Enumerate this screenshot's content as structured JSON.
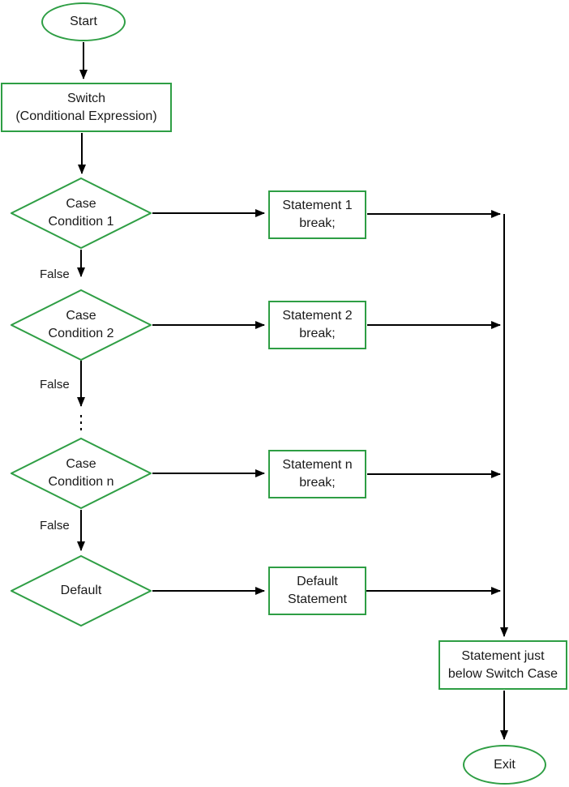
{
  "colors": {
    "shape_border": "#2e9e44",
    "connector": "#000000",
    "text": "#1a1a1a",
    "background": "#ffffff"
  },
  "nodes": {
    "start": {
      "shape": "terminator",
      "label": "Start"
    },
    "switch": {
      "shape": "process",
      "line1": "Switch",
      "line2": "(Conditional Expression)"
    },
    "case1": {
      "shape": "decision",
      "line1": "Case",
      "line2": "Condition 1"
    },
    "stmt1": {
      "shape": "process",
      "line1": "Statement 1",
      "line2": "break;"
    },
    "case2": {
      "shape": "decision",
      "line1": "Case",
      "line2": "Condition 2"
    },
    "stmt2": {
      "shape": "process",
      "line1": "Statement 2",
      "line2": "break;"
    },
    "case_n": {
      "shape": "decision",
      "line1": "Case",
      "line2": "Condition n"
    },
    "stmt_n": {
      "shape": "process",
      "line1": "Statement n",
      "line2": "break;"
    },
    "default_case": {
      "shape": "decision",
      "label": "Default"
    },
    "default_stmt": {
      "shape": "process",
      "line1": "Default",
      "line2": "Statement"
    },
    "below_switch": {
      "shape": "process",
      "line1": "Statement just",
      "line2": "below Switch Case"
    },
    "exit": {
      "shape": "terminator",
      "label": "Exit"
    }
  },
  "edges": [
    {
      "from": "start",
      "to": "switch",
      "label": ""
    },
    {
      "from": "switch",
      "to": "case1",
      "label": ""
    },
    {
      "from": "case1",
      "to": "stmt1",
      "label": ""
    },
    {
      "from": "case1",
      "to": "case2",
      "label": "False"
    },
    {
      "from": "stmt1",
      "to": "merge_line",
      "label": ""
    },
    {
      "from": "case2",
      "to": "stmt2",
      "label": ""
    },
    {
      "from": "case2",
      "to": "case_n",
      "label": "False"
    },
    {
      "from": "stmt2",
      "to": "merge_line",
      "label": ""
    },
    {
      "from": "case_n",
      "to": "stmt_n",
      "label": ""
    },
    {
      "from": "case_n",
      "to": "default_case",
      "label": "False"
    },
    {
      "from": "stmt_n",
      "to": "merge_line",
      "label": ""
    },
    {
      "from": "default_case",
      "to": "default_stmt",
      "label": ""
    },
    {
      "from": "default_stmt",
      "to": "merge_line",
      "label": ""
    },
    {
      "from": "merge_line",
      "to": "below_switch",
      "label": ""
    },
    {
      "from": "below_switch",
      "to": "exit",
      "label": ""
    }
  ]
}
